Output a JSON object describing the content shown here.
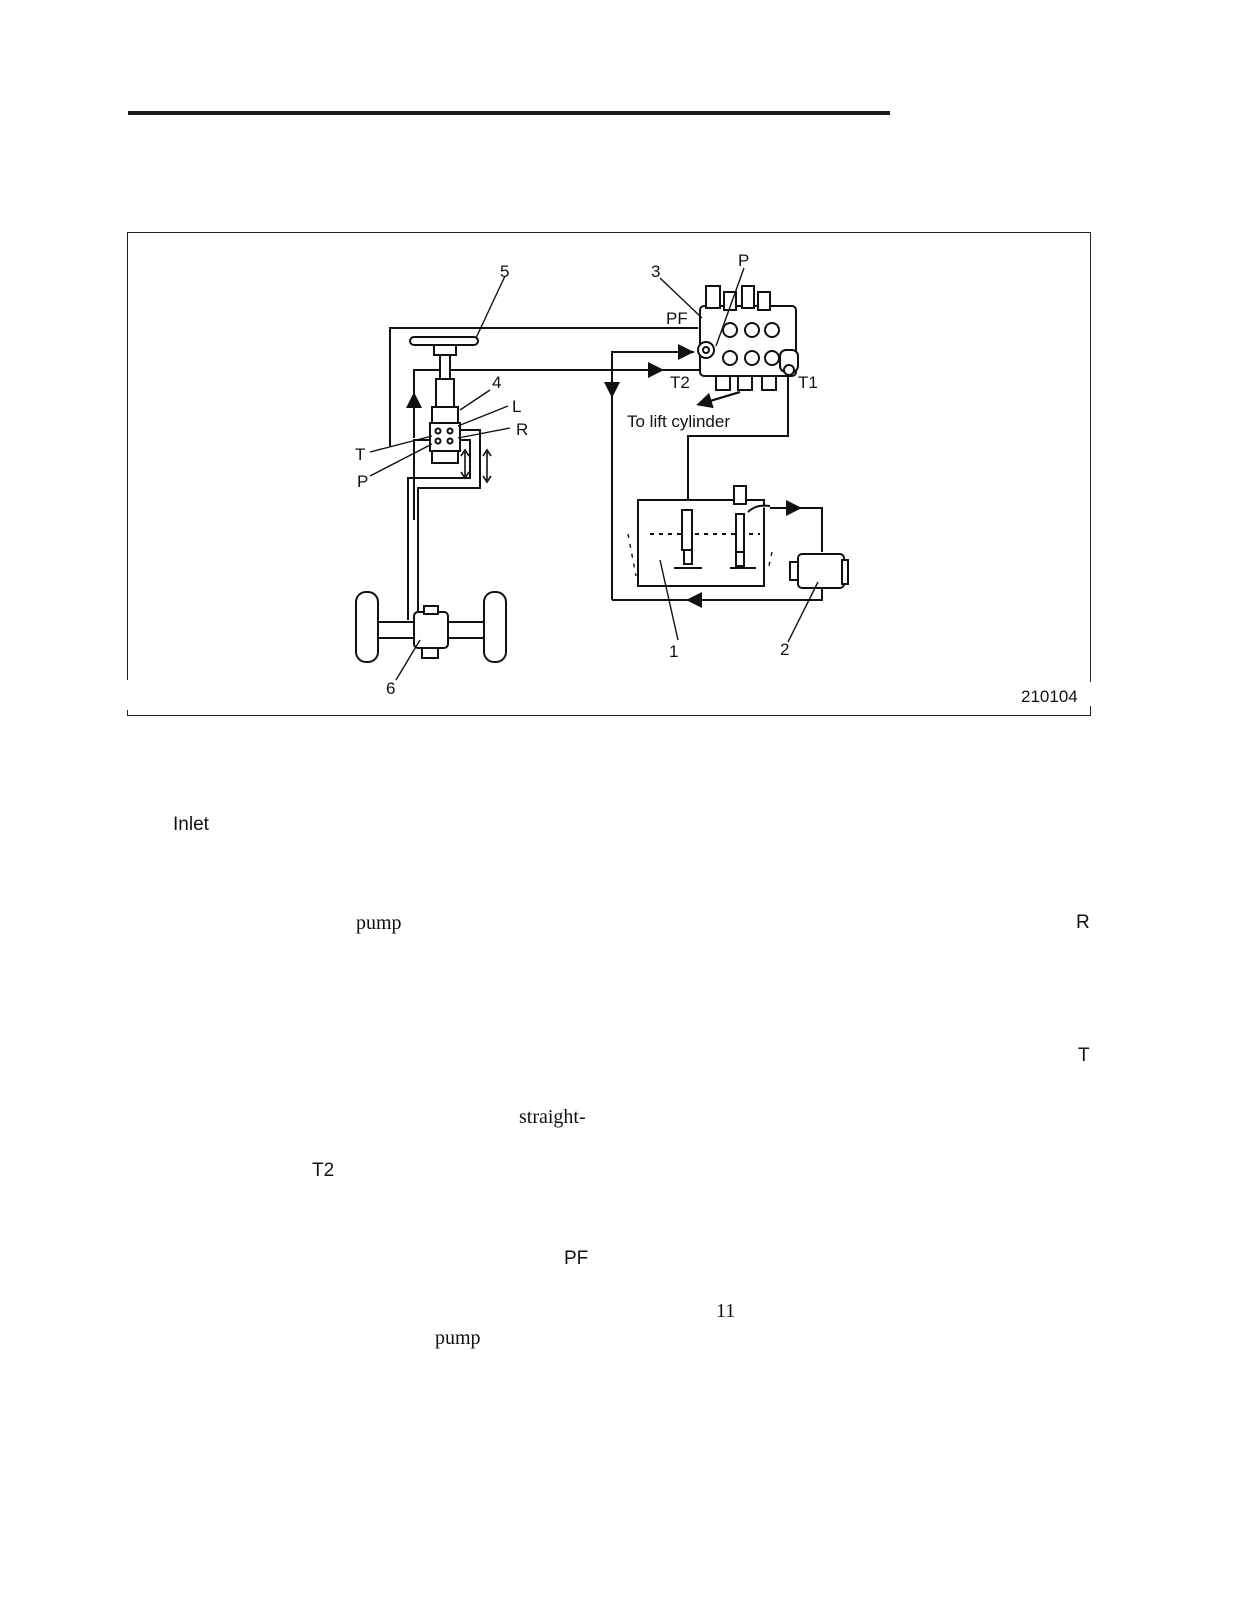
{
  "diagram": {
    "figure_number": "210104",
    "callouts": {
      "c1": "1",
      "c2": "2",
      "c3": "3",
      "c4": "4",
      "c5": "5",
      "c6": "6"
    },
    "ports": {
      "p_top": "P",
      "pf": "PF",
      "t2": "T2",
      "t1": "T1",
      "l": "L",
      "r": "R",
      "t": "T",
      "p_bottom": "P"
    },
    "note_lift": "To lift cylinder"
  },
  "body_fragments": {
    "inlet": "Inlet",
    "pump_1": "pump",
    "r": "R",
    "t": "T",
    "straight": "straight-",
    "t2": "T2",
    "pf": "PF",
    "num_11": "11",
    "pump_2": "pump"
  }
}
